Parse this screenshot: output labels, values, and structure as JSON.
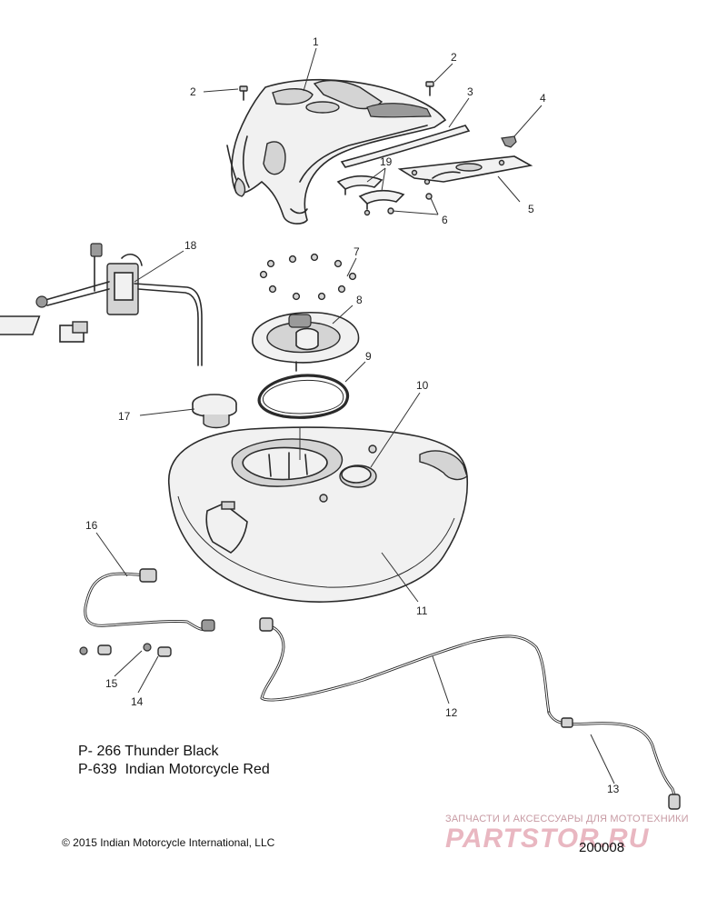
{
  "callouts": [
    {
      "number": "1",
      "name": "callout-1"
    },
    {
      "number": "2",
      "name": "callout-2-left"
    },
    {
      "number": "2",
      "name": "callout-2-right"
    },
    {
      "number": "3",
      "name": "callout-3"
    },
    {
      "number": "4",
      "name": "callout-4"
    },
    {
      "number": "5",
      "name": "callout-5"
    },
    {
      "number": "6",
      "name": "callout-6"
    },
    {
      "number": "7",
      "name": "callout-7"
    },
    {
      "number": "8",
      "name": "callout-8"
    },
    {
      "number": "9",
      "name": "callout-9"
    },
    {
      "number": "10",
      "name": "callout-10"
    },
    {
      "number": "11",
      "name": "callout-11"
    },
    {
      "number": "12",
      "name": "callout-12"
    },
    {
      "number": "13",
      "name": "callout-13"
    },
    {
      "number": "14",
      "name": "callout-14"
    },
    {
      "number": "15",
      "name": "callout-15"
    },
    {
      "number": "16",
      "name": "callout-16"
    },
    {
      "number": "17",
      "name": "callout-17"
    },
    {
      "number": "18",
      "name": "callout-18"
    },
    {
      "number": "19",
      "name": "callout-19"
    }
  ],
  "variants": [
    {
      "code": "P- 266",
      "name": "Thunder Black"
    },
    {
      "code": "P-639",
      "name": "Indian Motorcycle Red"
    }
  ],
  "copyright": "© 2015 Indian Motorcycle International, LLC",
  "drawing_number": "200008",
  "watermark": {
    "caption": "ЗАПЧАСТИ И АКСЕССУАРЫ ДЛЯ МОТОТЕХНИКИ",
    "logo": "PARTSTOR.RU"
  }
}
